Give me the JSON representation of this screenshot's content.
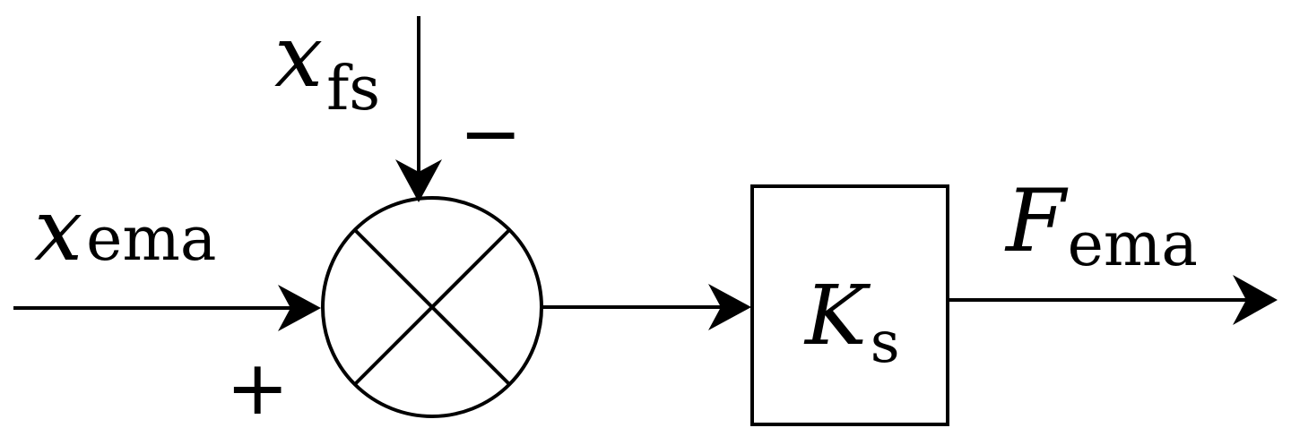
{
  "inputs": {
    "x_ema": {
      "symbol": "x",
      "subscript": "ema"
    },
    "x_fs": {
      "symbol": "x",
      "subscript": "fs"
    }
  },
  "signs": {
    "plus": "+",
    "minus": "−"
  },
  "gain_block": {
    "symbol": "K",
    "subscript": "s"
  },
  "output": {
    "symbol": "F",
    "subscript": "ema"
  },
  "colors": {
    "stroke": "#000000",
    "background": "#ffffff"
  }
}
